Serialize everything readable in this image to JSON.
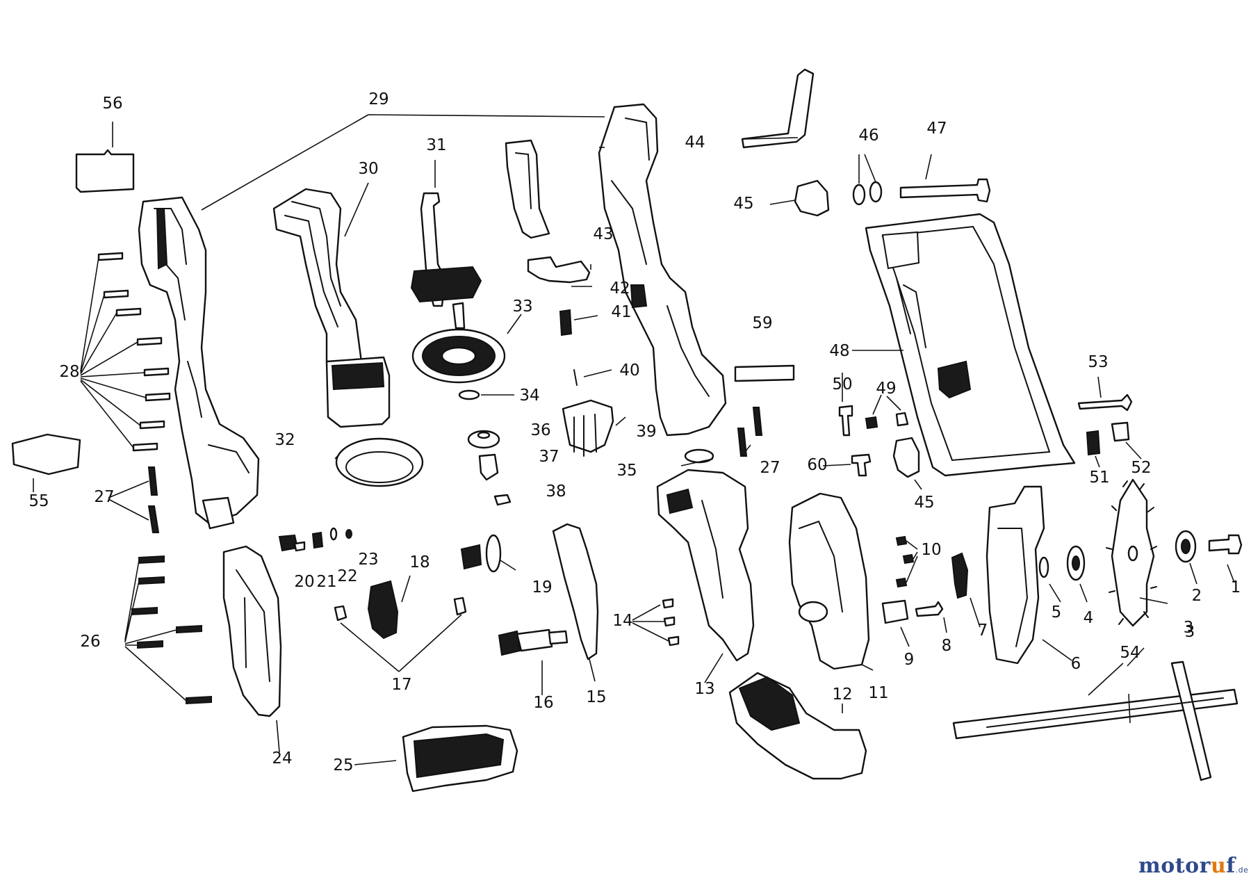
{
  "callouts": [
    "1",
    "2",
    "3",
    "3",
    "4",
    "5",
    "6",
    "7",
    "8",
    "9",
    "10",
    "11",
    "12",
    "13",
    "14",
    "15",
    "16",
    "17",
    "18",
    "19",
    "20",
    "21",
    "22",
    "23",
    "24",
    "25",
    "26",
    "27",
    "27",
    "27",
    "28",
    "29",
    "30",
    "31",
    "32",
    "33",
    "34",
    "35",
    "36",
    "37",
    "38",
    "39",
    "40",
    "41",
    "42",
    "43",
    "44",
    "45",
    "45",
    "46",
    "47",
    "48",
    "49",
    "50",
    "51",
    "52",
    "53",
    "54",
    "55",
    "56",
    "59",
    "60"
  ],
  "watermark": {
    "brand_a": "motor",
    "brand_b": "u",
    "brand_c": "f",
    "suffix": ".de",
    "colors": {
      "primary": "#2e4a8a",
      "accent": "#e07a10"
    }
  }
}
